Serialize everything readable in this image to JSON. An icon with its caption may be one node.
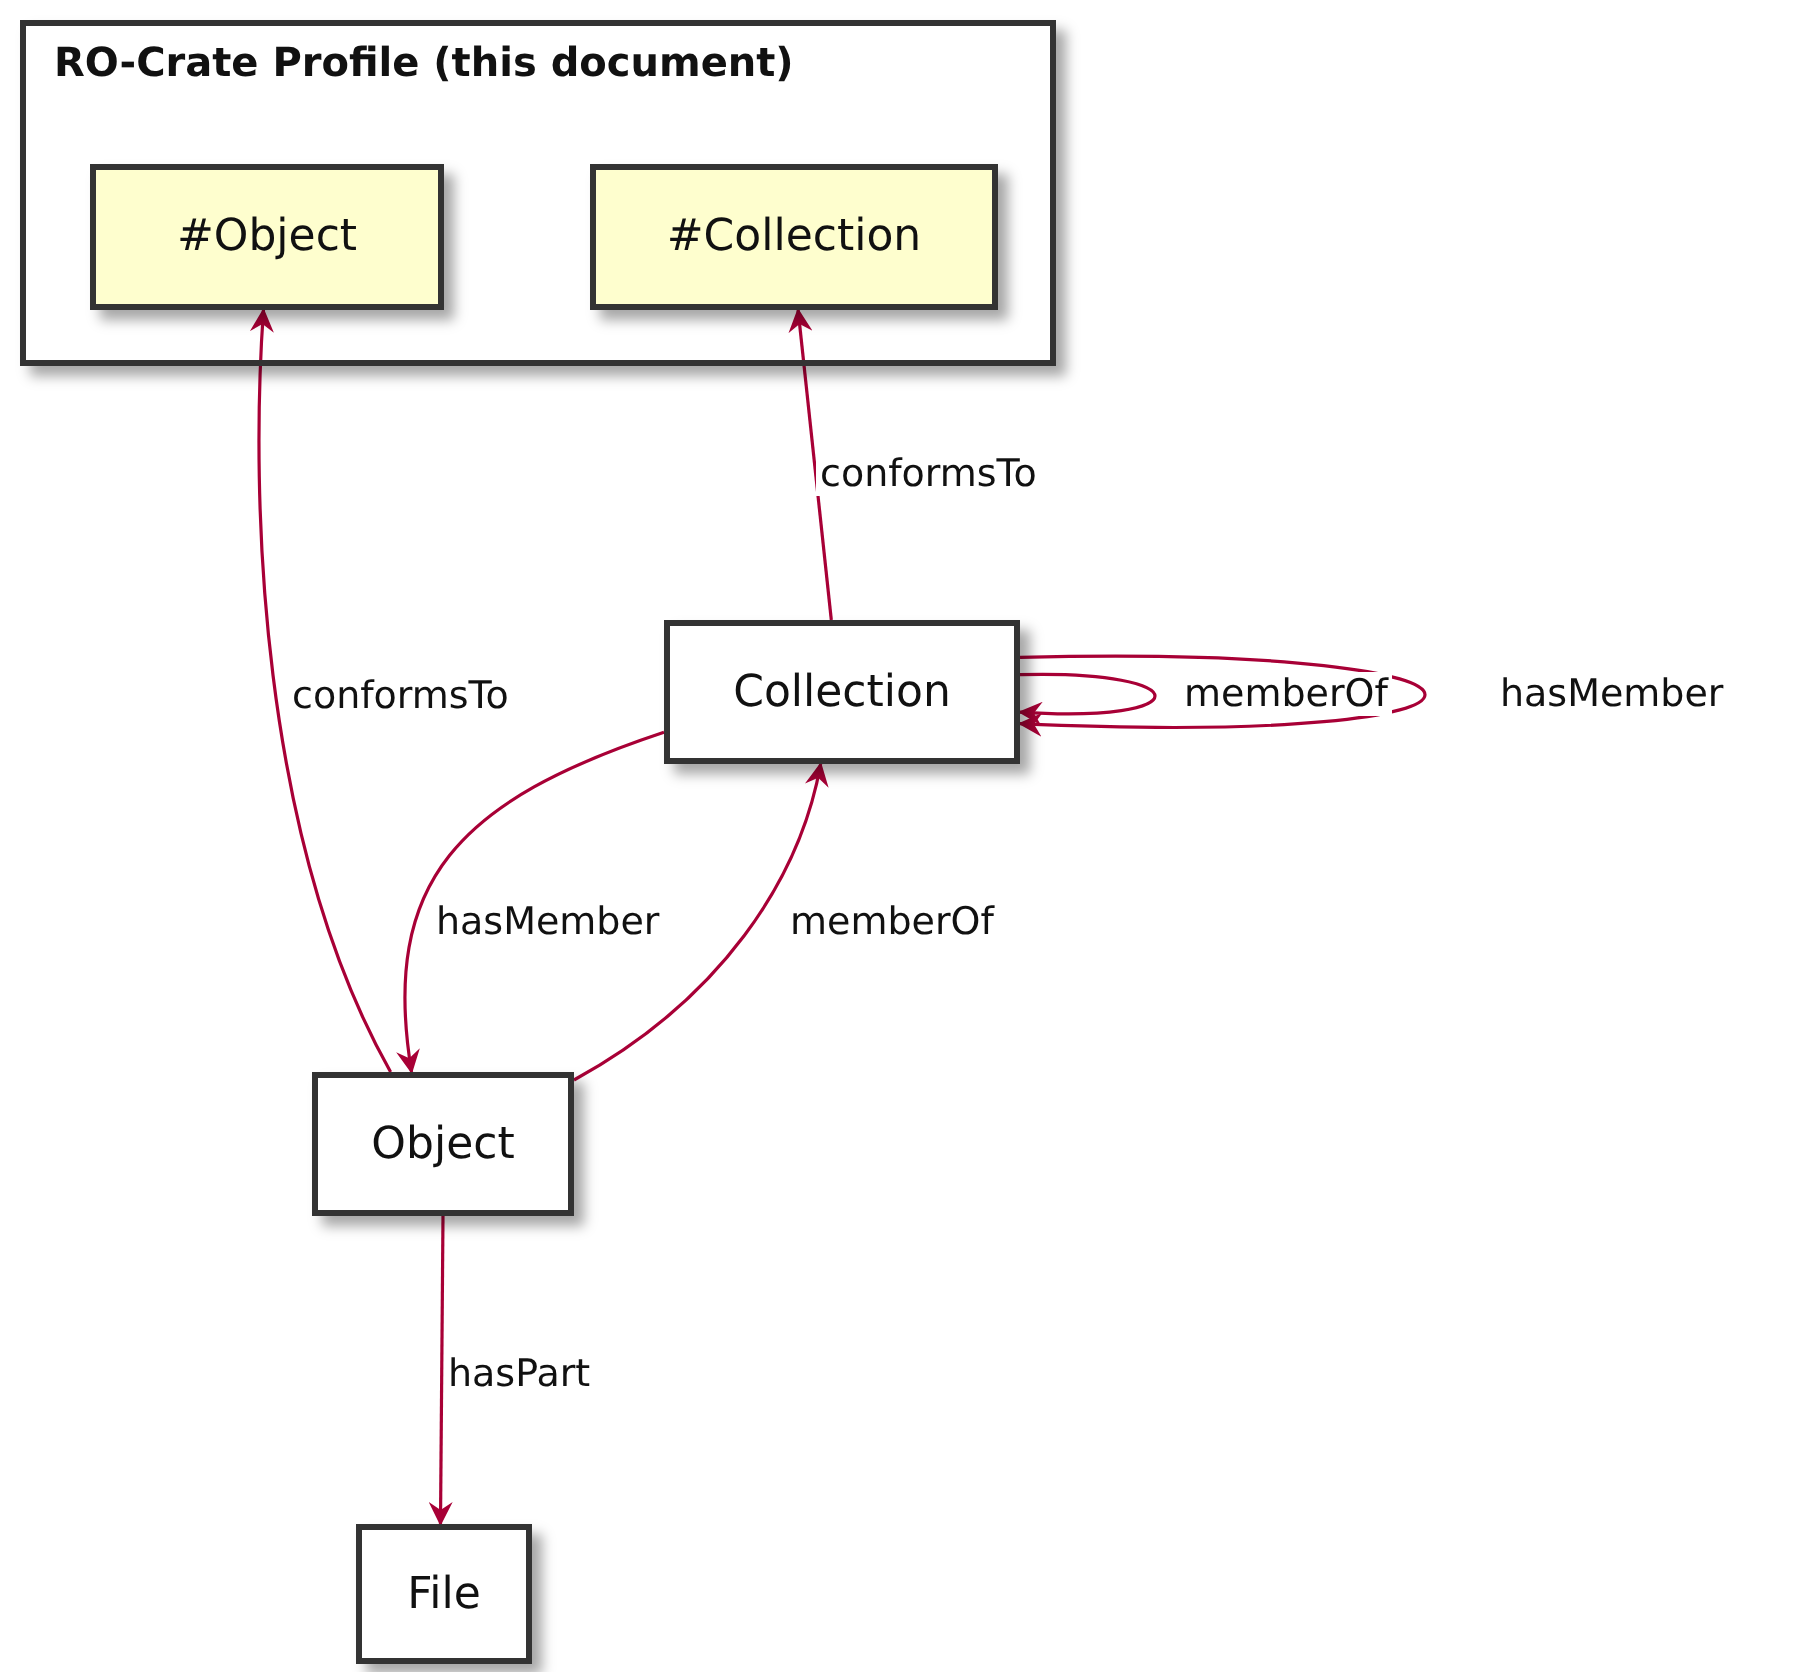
{
  "diagram": {
    "nodes": [
      {
        "text": [
          "RO-Crate Profile (this document)"
        ]
      },
      {
        "text": [
          "#Object"
        ],
        "in": 0
      },
      {
        "text": [
          "#Collection"
        ],
        "in": 0
      },
      {
        "text": [
          "Collection"
        ]
      },
      {
        "text": [
          "Object"
        ]
      },
      {
        "text": [
          "File"
        ]
      }
    ],
    "edges": [
      {
        "from": 4,
        "to": 1,
        "arrow": "to",
        "label": "conformsTo"
      },
      {
        "from": 3,
        "to": 2,
        "arrow": "to",
        "label": "conformsTo"
      },
      {
        "from": 3,
        "to": 4,
        "arrow": "to",
        "label": "hasMember"
      },
      {
        "from": 4,
        "to": 3,
        "arrow": "to",
        "label": "memberOf"
      },
      {
        "from": 3,
        "to": 3,
        "arrow": "to",
        "label": "memberOf"
      },
      {
        "from": 3,
        "to": 3,
        "arrow": "to",
        "label": "hasMember"
      },
      {
        "from": 4,
        "to": 5,
        "arrow": "to",
        "label": "hasPart"
      }
    ]
  }
}
